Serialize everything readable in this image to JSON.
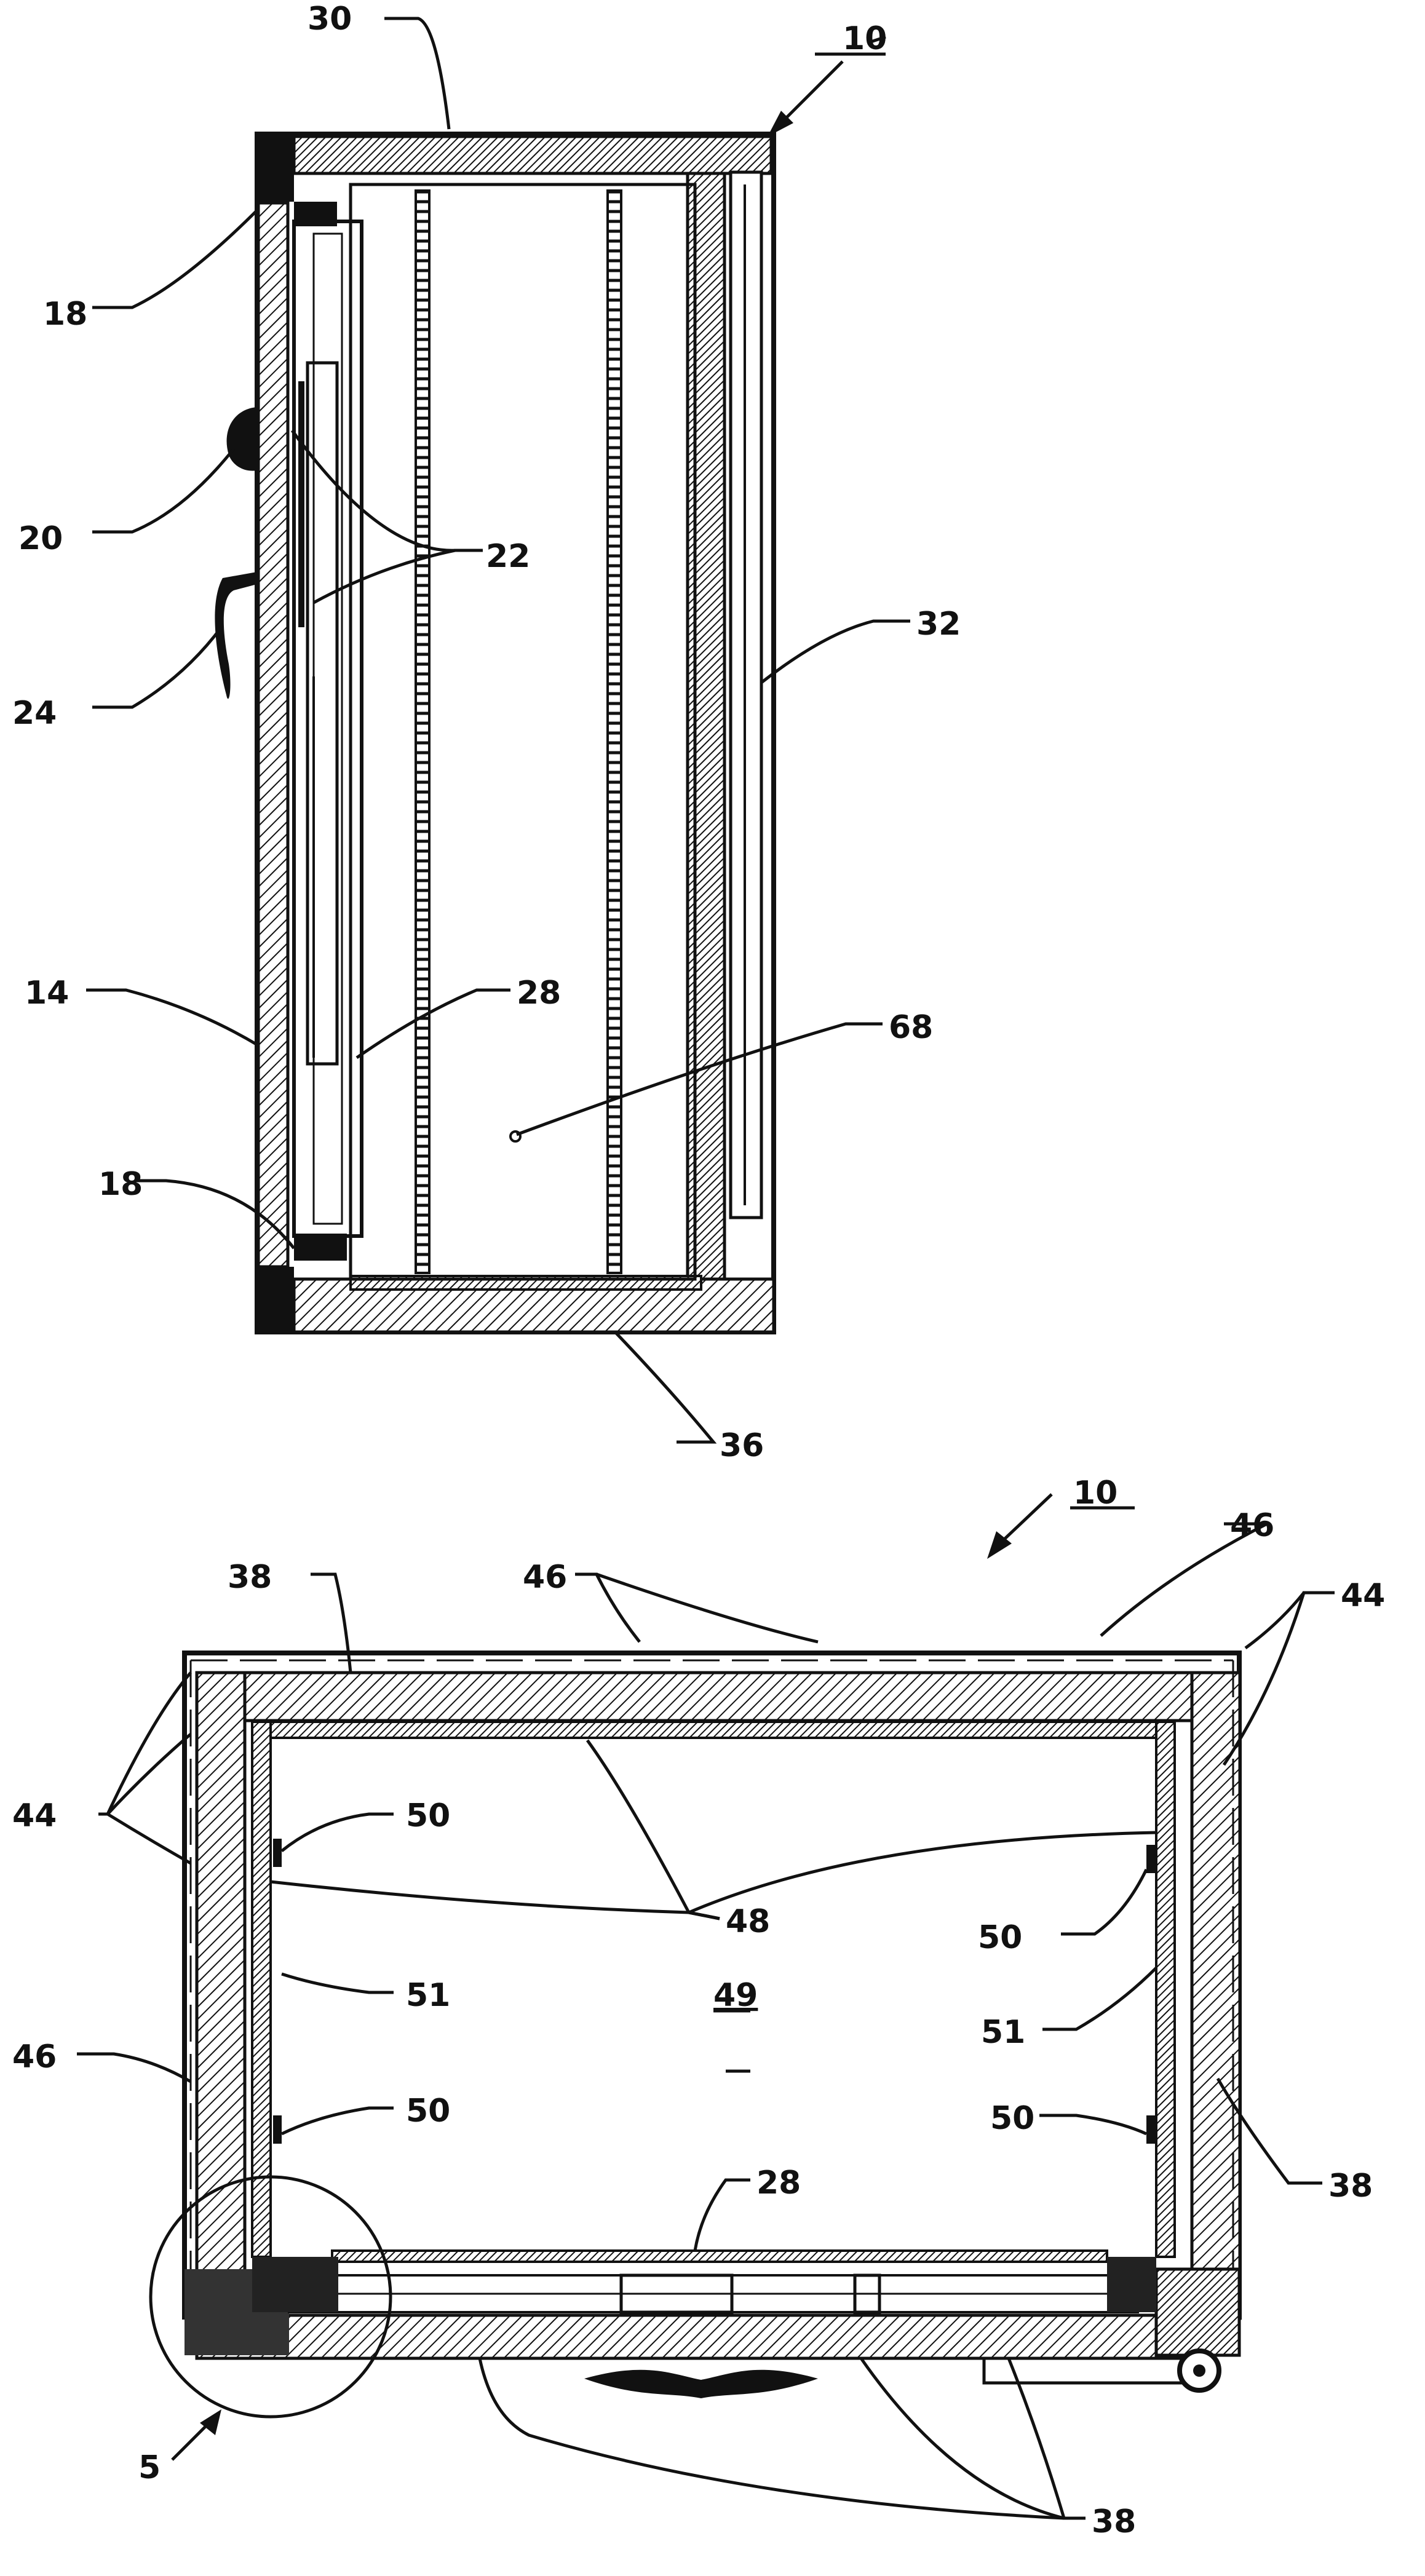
{
  "figure_top": {
    "labels": {
      "l30": "30",
      "l10": "10",
      "l18a": "18",
      "l20": "20",
      "l22": "22",
      "l24": "24",
      "l32": "32",
      "l14": "14",
      "l28": "28",
      "l68": "68",
      "l18b": "18",
      "l36": "36"
    }
  },
  "figure_bottom": {
    "labels": {
      "l10": "10",
      "l46a": "46",
      "l46b": "46",
      "l38a": "38",
      "l44a": "44",
      "l44b": "44",
      "l50a": "50",
      "l48": "48",
      "l50b": "50",
      "l51a": "51",
      "l49": "49",
      "l51b": "51",
      "l46c": "46",
      "l50c": "50",
      "l50d": "50",
      "l38b": "38",
      "l28": "28",
      "l5": "5",
      "l38c": "38"
    }
  },
  "colors": {
    "ink": "#111111",
    "background": "#ffffff"
  }
}
